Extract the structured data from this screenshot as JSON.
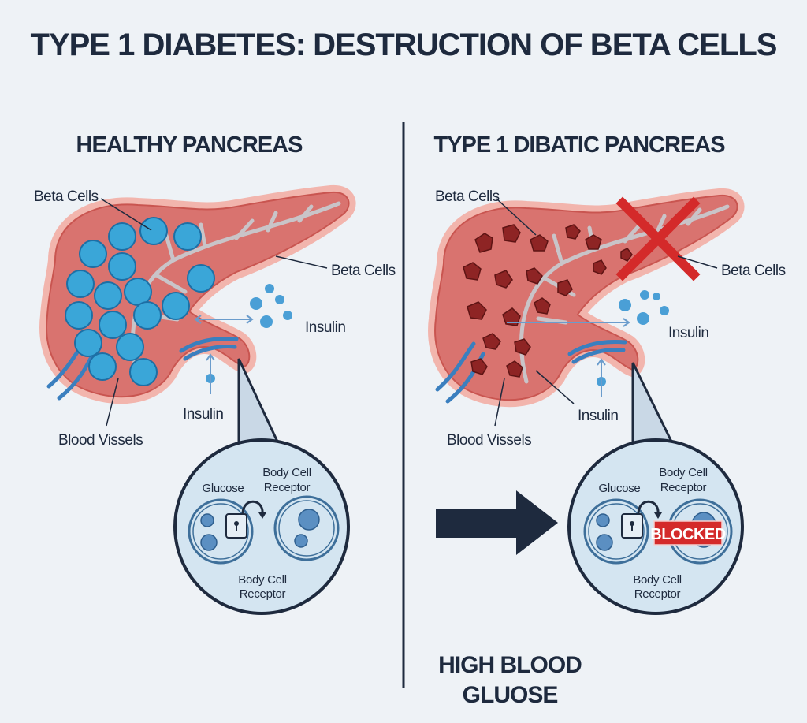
{
  "title": "TYPE 1 DIABETES: DESTRUCTION OF BETA CELLS",
  "healthy": {
    "heading": "HEALTHY PANCREAS",
    "labels": {
      "beta_cells_1": "Beta Cells",
      "beta_cells_2": "Beta Cells",
      "insulin_1": "Insulin",
      "insulin_2": "Insulin",
      "blood_vessels": "Blood Vissels"
    },
    "callout": {
      "glucose": "Glucose",
      "receptor_top_1": "Body Cell",
      "receptor_top_2": "Receptor",
      "receptor_bottom_1": "Body Cell",
      "receptor_bottom_2": "Receptor"
    }
  },
  "diabetic": {
    "heading": "TYPE 1 DIBATIC PANCREAS",
    "labels": {
      "beta_cells_1": "Beta Cells",
      "beta_cells_2": "Beta Cells",
      "insulin_1": "Insulin",
      "insulin_2": "Insulin",
      "blood_vessels": "Blood Vissels"
    },
    "callout": {
      "glucose": "Glucose",
      "receptor_top_1": "Body Cell",
      "receptor_top_2": "Receptor",
      "blocked": "BLOCKED",
      "receptor_bottom_1": "Body Cell",
      "receptor_bottom_2": "Receptor"
    },
    "result_1": "HIGH BLOOD",
    "result_2": "GLUOSE"
  },
  "colors": {
    "text": "#1e2a3e",
    "pancreas": "#d9736f",
    "beta_cell": "#3aa6d8",
    "destroyed_cell": "#8e2424",
    "blocked": "#d42a2a",
    "callout_fill": "#d4e5f1"
  }
}
